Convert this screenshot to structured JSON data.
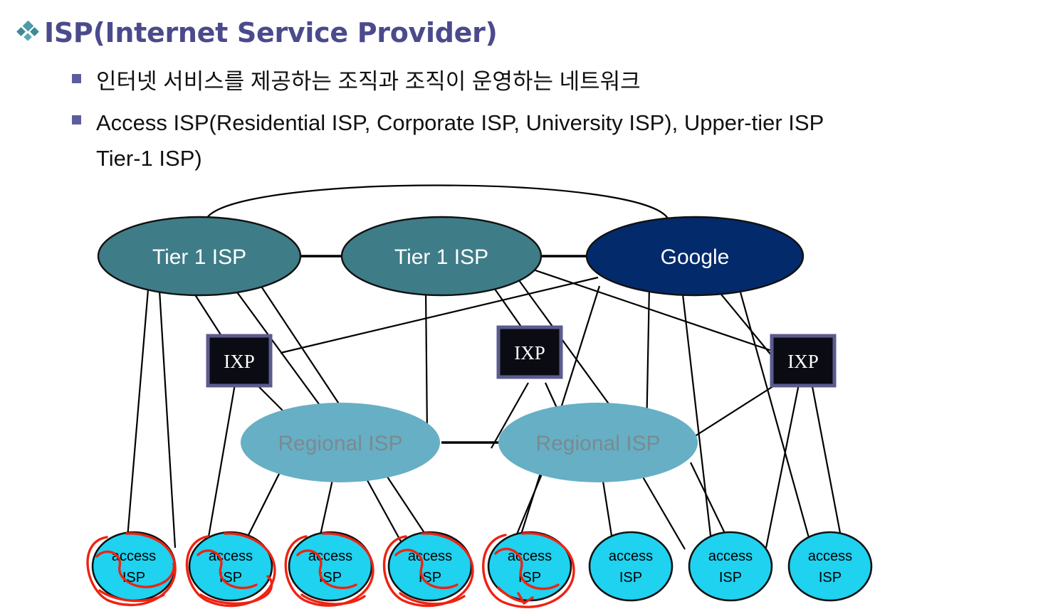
{
  "slide": {
    "title": "ISP(Internet Service Provider)",
    "title_bullet_icon": "diamond-cluster-icon",
    "bullets": [
      "인터넷 서비스를 제공하는 조직과 조직이 운영하는 네트워크",
      "Access ISP(Residential ISP, Corporate ISP, University ISP), Upper-tier ISP\nTier-1 ISP)"
    ]
  },
  "colors": {
    "title": "#4a4a8c",
    "bullet_marker": "#5d5d9e",
    "tier1_fill": "#3e7c88",
    "google_fill": "#032a6b",
    "regional_fill": "#67afc4",
    "access_fill": "#1ed2f0",
    "ixp_fill": "#0b0b14",
    "ixp_border": "#5b5b8e",
    "link": "#000000",
    "annotation": "#ee2211"
  },
  "diagram": {
    "name": "isp-hierarchy-diagram",
    "tier1": [
      {
        "label": "Tier 1 ISP"
      },
      {
        "label": "Tier 1 ISP"
      },
      {
        "label": "Google"
      }
    ],
    "ixp": [
      {
        "label": "IXP"
      },
      {
        "label": "IXP"
      },
      {
        "label": "IXP"
      }
    ],
    "regional": [
      {
        "label": "Regional ISP"
      },
      {
        "label": "Regional ISP"
      }
    ],
    "access": [
      {
        "line1": "access",
        "line2": "ISP",
        "annotated": true
      },
      {
        "line1": "access",
        "line2": "ISP",
        "annotated": true
      },
      {
        "line1": "access",
        "line2": "ISP",
        "annotated": true
      },
      {
        "line1": "access",
        "line2": "ISP",
        "annotated": true
      },
      {
        "line1": "access",
        "line2": "ISP",
        "annotated": true
      },
      {
        "line1": "access",
        "line2": "ISP",
        "annotated": false
      },
      {
        "line1": "access",
        "line2": "ISP",
        "annotated": false
      },
      {
        "line1": "access",
        "line2": "ISP",
        "annotated": false
      }
    ]
  }
}
